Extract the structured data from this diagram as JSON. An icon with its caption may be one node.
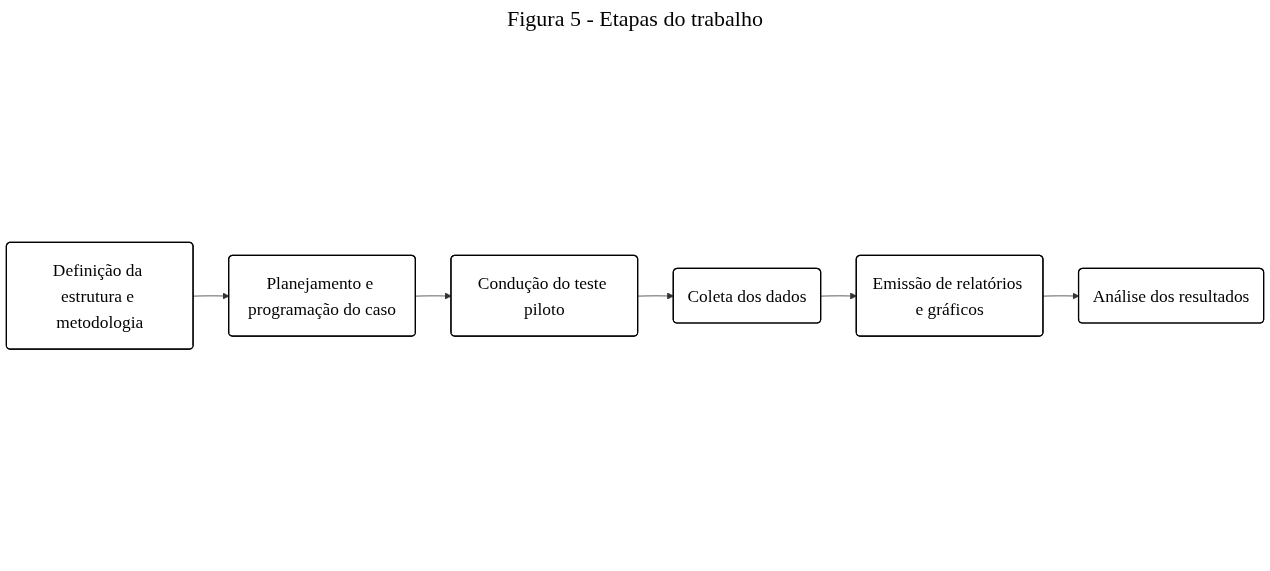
{
  "diagram": {
    "title": "Figura 5 - Etapas do trabalho",
    "nodes": [
      {
        "text": [
          "Definição da estrutura e metodologia"
        ]
      },
      {
        "text": [
          "Planejamento e programação do caso"
        ]
      },
      {
        "text": [
          "Condução do teste piloto"
        ]
      },
      {
        "text": [
          "Coleta dos dados"
        ]
      },
      {
        "text": [
          "Emissão de relatórios e gráficos"
        ]
      },
      {
        "text": [
          "Análise dos resultados"
        ]
      }
    ],
    "edges": [
      {
        "from": 0,
        "to": 1,
        "arrow": "to"
      },
      {
        "from": 1,
        "to": 2,
        "arrow": "to"
      },
      {
        "from": 2,
        "to": 3,
        "arrow": "to"
      },
      {
        "from": 3,
        "to": 4,
        "arrow": "to"
      },
      {
        "from": 4,
        "to": 5,
        "arrow": "to"
      }
    ]
  }
}
